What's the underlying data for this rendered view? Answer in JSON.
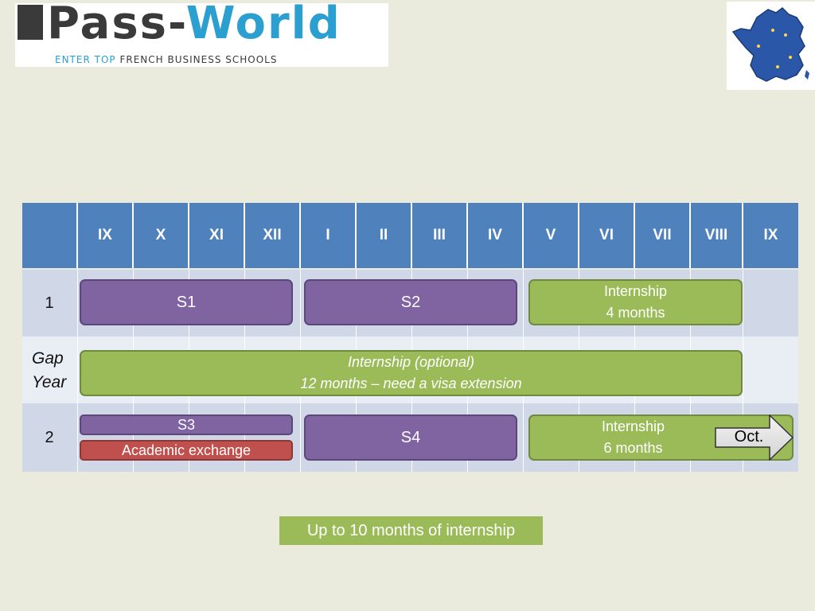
{
  "logo": {
    "wordmark_part1": "Pass-",
    "wordmark_part2": "World",
    "tagline_part1": "ENTER TOP ",
    "tagline_part2": "FRENCH BUSINESS SCHOOLS"
  },
  "map": {
    "icon": "france-map-icon"
  },
  "table": {
    "months": [
      "IX",
      "X",
      "XI",
      "XII",
      "I",
      "II",
      "III",
      "IV",
      "V",
      "VI",
      "VII",
      "VIII",
      "IX"
    ],
    "rows": {
      "year1": {
        "label": "1"
      },
      "gap": {
        "label_line1": "Gap",
        "label_line2": "Year"
      },
      "year2": {
        "label": "2"
      }
    },
    "bars": {
      "s1": "S1",
      "s2": "S2",
      "internship1_line1": "Internship",
      "internship1_line2": "4 months",
      "gap_line1": "Internship (optional)",
      "gap_line2": "12 months – need a visa extension",
      "s3": "S3",
      "exchange": "Academic exchange",
      "s4": "S4",
      "internship2_line1": "Internship",
      "internship2_line2": "6 months",
      "oct": "Oct."
    }
  },
  "footer": {
    "text": "Up to 10 months of internship"
  },
  "colors": {
    "header_blue": "#4f81bd",
    "semester_purple": "#8064a2",
    "internship_green": "#9bbb59",
    "exchange_red": "#c0504d",
    "background": "#ebebdd"
  }
}
